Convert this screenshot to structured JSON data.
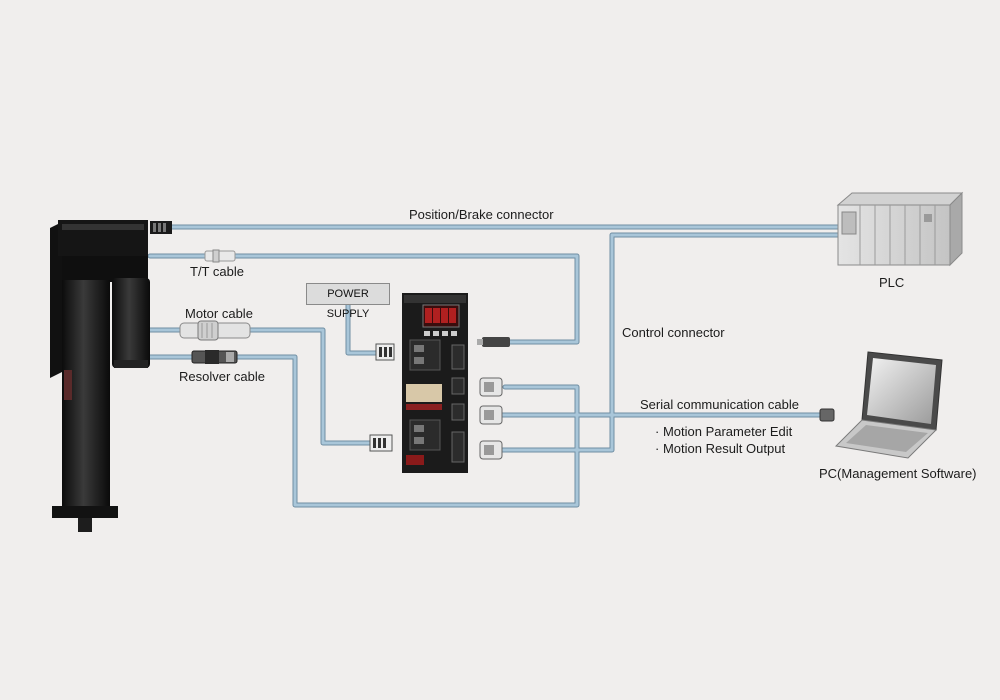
{
  "labels": {
    "position_brake_connector": "Position/Brake connector",
    "tt_cable": "T/T cable",
    "motor_cable": "Motor cable",
    "resolver_cable": "Resolver cable",
    "power_supply": "POWER SUPPLY",
    "control_connector": "Control connector",
    "serial_communication_cable": "Serial communication cable",
    "motion_parameter_edit": "· Motion Parameter Edit",
    "motion_result_output": "· Motion Result Output",
    "plc": "PLC",
    "pc": "PC(Management Software)"
  },
  "icons": [
    "linear-actuator-icon",
    "servo-driver-icon",
    "plc-icon",
    "laptop-icon",
    "connector-icon"
  ],
  "colors": {
    "background": "#f0eeed",
    "cable": "#8fb4cc",
    "cable_edge": "#6f8ea3",
    "device_dark": "#1c1c1c"
  }
}
